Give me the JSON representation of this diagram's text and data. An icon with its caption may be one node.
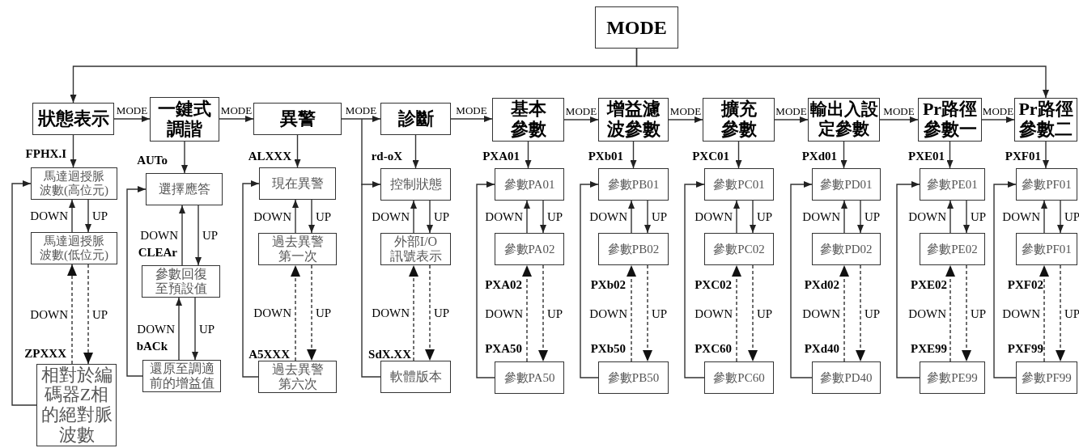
{
  "diagram": {
    "nodes": [
      {
        "text": [
          "MODE"
        ]
      },
      {
        "text": [
          "狀態表示"
        ]
      },
      {
        "text": [
          "一鍵式調諧"
        ]
      },
      {
        "text": [
          "異警"
        ]
      },
      {
        "text": [
          "診斷"
        ]
      },
      {
        "text": [
          "基本參數"
        ]
      },
      {
        "text": [
          "增益濾波參數"
        ]
      },
      {
        "text": [
          "擴充參數"
        ]
      },
      {
        "text": [
          "輸出入設定參數"
        ]
      },
      {
        "text": [
          "Pr路徑參數一"
        ]
      },
      {
        "text": [
          "Pr路徑參數二"
        ]
      },
      {
        "text": [
          "馬達迴授脈波數(高位元)"
        ],
        "beside": [
          "FPHX.I"
        ]
      },
      {
        "text": [
          "馬達迴授脈波數(低位元)"
        ]
      },
      {
        "text": [
          "相對於編碼器Z相的絕對脈波數"
        ],
        "beside": [
          "ZPXXX"
        ]
      },
      {
        "text": [
          "選擇應答"
        ],
        "beside": [
          "AUTo"
        ]
      },
      {
        "text": [
          "參數回復至預設值"
        ],
        "beside": [
          "CLEAr"
        ]
      },
      {
        "text": [
          "還原至調適前的增益值"
        ],
        "beside": [
          "bACk"
        ]
      },
      {
        "text": [
          "現在異警"
        ],
        "beside": [
          "ALXXX"
        ]
      },
      {
        "text": [
          "過去異警第一次"
        ]
      },
      {
        "text": [
          "過去異警第六次"
        ],
        "beside": [
          "A5XXX"
        ]
      },
      {
        "text": [
          "控制狀態"
        ],
        "beside": [
          "rd-oX"
        ]
      },
      {
        "text": [
          "外部I/O訊號表示"
        ]
      },
      {
        "text": [
          "軟體版本"
        ],
        "beside": [
          "SdX.XX"
        ]
      },
      {
        "text": [
          "參數PA01"
        ],
        "beside": [
          "PXA01"
        ]
      },
      {
        "text": [
          "參數PA02"
        ],
        "beside": [
          "PXA02"
        ]
      },
      {
        "text": [
          "參數PA50"
        ],
        "beside": [
          "PXA50"
        ]
      },
      {
        "text": [
          "參數PB01"
        ],
        "beside": [
          "PXb01"
        ]
      },
      {
        "text": [
          "參數PB02"
        ],
        "beside": [
          "PXb02"
        ]
      },
      {
        "text": [
          "參數PB50"
        ],
        "beside": [
          "PXb50"
        ]
      },
      {
        "text": [
          "參數PC01"
        ],
        "beside": [
          "PXC01"
        ]
      },
      {
        "text": [
          "參數PC02"
        ],
        "beside": [
          "PXC02"
        ]
      },
      {
        "text": [
          "參數PC60"
        ],
        "beside": [
          "PXC60"
        ]
      },
      {
        "text": [
          "參數PD01"
        ],
        "beside": [
          "PXd01"
        ]
      },
      {
        "text": [
          "參數PD02"
        ],
        "beside": [
          "PXd02"
        ]
      },
      {
        "text": [
          "參數PD40"
        ],
        "beside": [
          "PXd40"
        ]
      },
      {
        "text": [
          "參數PE01"
        ],
        "beside": [
          "PXE01"
        ]
      },
      {
        "text": [
          "參數PE02"
        ],
        "beside": [
          "PXE02"
        ]
      },
      {
        "text": [
          "參數PE99"
        ],
        "beside": [
          "PXE99"
        ]
      },
      {
        "text": [
          "參數PF01"
        ],
        "beside": [
          "PXF01"
        ]
      },
      {
        "text": [
          "參數PF01"
        ],
        "beside": [
          "PXF02"
        ]
      },
      {
        "text": [
          "參數PF99"
        ],
        "beside": [
          "PXF99"
        ]
      }
    ],
    "edges": [
      {
        "from": 0,
        "to": 1,
        "arrow": "to"
      },
      {
        "from": 0,
        "to": 10,
        "arrow": "to"
      },
      {
        "from": 1,
        "to": 2,
        "arrow": "to",
        "label": "MODE"
      },
      {
        "from": 2,
        "to": 3,
        "arrow": "to",
        "label": "MODE"
      },
      {
        "from": 3,
        "to": 4,
        "arrow": "to",
        "label": "MODE"
      },
      {
        "from": 4,
        "to": 5,
        "arrow": "to",
        "label": "MODE"
      },
      {
        "from": 5,
        "to": 6,
        "arrow": "to",
        "label": "MODE"
      },
      {
        "from": 6,
        "to": 7,
        "arrow": "to",
        "label": "MODE"
      },
      {
        "from": 7,
        "to": 8,
        "arrow": "to",
        "label": "MODE"
      },
      {
        "from": 8,
        "to": 9,
        "arrow": "to",
        "label": "MODE"
      },
      {
        "from": 9,
        "to": 10,
        "arrow": "to",
        "label": "MODE"
      },
      {
        "from": 1,
        "to": 11,
        "arrow": "to"
      },
      {
        "from": 11,
        "to": 12,
        "arrow": "to",
        "label": "UP"
      },
      {
        "from": 12,
        "to": 11,
        "arrow": "to",
        "label": "DOWN"
      },
      {
        "from": 12,
        "to": 13,
        "arrow": "to",
        "label": "UP",
        "style": "dashed"
      },
      {
        "from": 13,
        "to": 12,
        "arrow": "to",
        "label": "DOWN",
        "style": "dashed"
      },
      {
        "from": 13,
        "to": 11,
        "arrow": "to"
      },
      {
        "from": 2,
        "to": 14,
        "arrow": "to"
      },
      {
        "from": 14,
        "to": 15,
        "arrow": "to",
        "label": "UP"
      },
      {
        "from": 15,
        "to": 14,
        "arrow": "to",
        "label": "DOWN"
      },
      {
        "from": 15,
        "to": 16,
        "arrow": "to",
        "label": "UP"
      },
      {
        "from": 16,
        "to": 15,
        "arrow": "to",
        "label": "DOWN"
      },
      {
        "from": 16,
        "to": 14,
        "arrow": "to"
      },
      {
        "from": 3,
        "to": 17,
        "arrow": "to"
      },
      {
        "from": 17,
        "to": 18,
        "arrow": "to",
        "label": "UP"
      },
      {
        "from": 18,
        "to": 17,
        "arrow": "to",
        "label": "DOWN"
      },
      {
        "from": 18,
        "to": 19,
        "arrow": "to",
        "label": "UP",
        "style": "dashed"
      },
      {
        "from": 19,
        "to": 18,
        "arrow": "to",
        "label": "DOWN",
        "style": "dashed"
      },
      {
        "from": 19,
        "to": 17,
        "arrow": "to"
      },
      {
        "from": 4,
        "to": 20,
        "arrow": "to"
      },
      {
        "from": 20,
        "to": 21,
        "arrow": "to",
        "label": "UP"
      },
      {
        "from": 21,
        "to": 20,
        "arrow": "to",
        "label": "DOWN"
      },
      {
        "from": 21,
        "to": 22,
        "arrow": "to",
        "label": "UP",
        "style": "dashed"
      },
      {
        "from": 22,
        "to": 21,
        "arrow": "to",
        "label": "DOWN",
        "style": "dashed"
      },
      {
        "from": 22,
        "to": 20,
        "arrow": "to"
      },
      {
        "from": 5,
        "to": 23,
        "arrow": "to"
      },
      {
        "from": 23,
        "to": 24,
        "arrow": "to",
        "label": "UP"
      },
      {
        "from": 24,
        "to": 23,
        "arrow": "to",
        "label": "DOWN"
      },
      {
        "from": 24,
        "to": 25,
        "arrow": "to",
        "label": "UP",
        "style": "dashed"
      },
      {
        "from": 25,
        "to": 24,
        "arrow": "to",
        "label": "DOWN",
        "style": "dashed"
      },
      {
        "from": 25,
        "to": 23,
        "arrow": "to"
      },
      {
        "from": 6,
        "to": 26,
        "arrow": "to"
      },
      {
        "from": 26,
        "to": 27,
        "arrow": "to",
        "label": "UP"
      },
      {
        "from": 27,
        "to": 26,
        "arrow": "to",
        "label": "DOWN"
      },
      {
        "from": 27,
        "to": 28,
        "arrow": "to",
        "label": "UP",
        "style": "dashed"
      },
      {
        "from": 28,
        "to": 27,
        "arrow": "to",
        "label": "DOWN",
        "style": "dashed"
      },
      {
        "from": 28,
        "to": 26,
        "arrow": "to"
      },
      {
        "from": 7,
        "to": 29,
        "arrow": "to"
      },
      {
        "from": 29,
        "to": 30,
        "arrow": "to",
        "label": "UP"
      },
      {
        "from": 30,
        "to": 29,
        "arrow": "to",
        "label": "DOWN"
      },
      {
        "from": 30,
        "to": 31,
        "arrow": "to",
        "label": "UP",
        "style": "dashed"
      },
      {
        "from": 31,
        "to": 30,
        "arrow": "to",
        "label": "DOWN",
        "style": "dashed"
      },
      {
        "from": 31,
        "to": 29,
        "arrow": "to"
      },
      {
        "from": 8,
        "to": 32,
        "arrow": "to"
      },
      {
        "from": 32,
        "to": 33,
        "arrow": "to",
        "label": "UP"
      },
      {
        "from": 33,
        "to": 32,
        "arrow": "to",
        "label": "DOWN"
      },
      {
        "from": 33,
        "to": 34,
        "arrow": "to",
        "label": "UP",
        "style": "dashed"
      },
      {
        "from": 34,
        "to": 33,
        "arrow": "to",
        "label": "DOWN",
        "style": "dashed"
      },
      {
        "from": 34,
        "to": 32,
        "arrow": "to"
      },
      {
        "from": 9,
        "to": 35,
        "arrow": "to"
      },
      {
        "from": 35,
        "to": 36,
        "arrow": "to",
        "label": "UP"
      },
      {
        "from": 36,
        "to": 35,
        "arrow": "to",
        "label": "DOWN"
      },
      {
        "from": 36,
        "to": 37,
        "arrow": "to",
        "label": "UP",
        "style": "dashed"
      },
      {
        "from": 37,
        "to": 36,
        "arrow": "to",
        "label": "DOWN",
        "style": "dashed"
      },
      {
        "from": 37,
        "to": 35,
        "arrow": "to"
      },
      {
        "from": 10,
        "to": 38,
        "arrow": "to"
      },
      {
        "from": 38,
        "to": 39,
        "arrow": "to",
        "label": "UP"
      },
      {
        "from": 39,
        "to": 38,
        "arrow": "to",
        "label": "DOWN"
      },
      {
        "from": 39,
        "to": 40,
        "arrow": "to",
        "label": "UP",
        "style": "dashed"
      },
      {
        "from": 40,
        "to": 39,
        "arrow": "to",
        "label": "DOWN",
        "style": "dashed"
      },
      {
        "from": 40,
        "to": 38,
        "arrow": "to"
      }
    ]
  }
}
